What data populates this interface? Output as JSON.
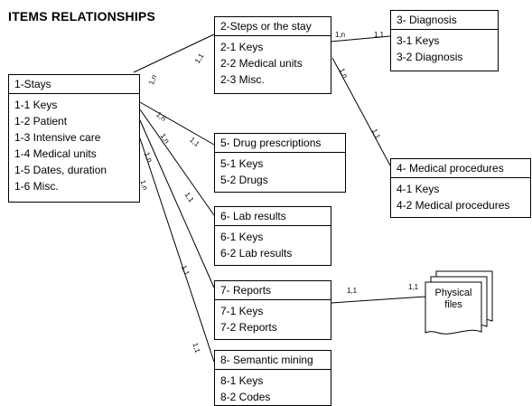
{
  "title": "ITEMS RELATIONSHIPS",
  "entities": [
    {
      "id": "stays",
      "label": "1-Stays",
      "attributes": [
        "1-1 Keys",
        "1-2 Patient",
        "1-3 Intensive care",
        "1-4 Medical units",
        "1-5 Dates, duration",
        "1-6 Misc."
      ]
    },
    {
      "id": "steps",
      "label": "2-Steps or the stay",
      "attributes": [
        "2-1 Keys",
        "2-2 Medical units",
        "2-3 Misc."
      ]
    },
    {
      "id": "diagnosis",
      "label": "3- Diagnosis",
      "attributes": [
        "3-1 Keys",
        "3-2 Diagnosis"
      ]
    },
    {
      "id": "procedures",
      "label": "4- Medical procedures",
      "attributes": [
        "4-1 Keys",
        "4-2 Medical procedures"
      ]
    },
    {
      "id": "drugs",
      "label": "5- Drug prescriptions",
      "attributes": [
        "5-1 Keys",
        "5-2 Drugs"
      ]
    },
    {
      "id": "lab",
      "label": "6- Lab results",
      "attributes": [
        "6-1 Keys",
        "6-2 Lab results"
      ]
    },
    {
      "id": "reports",
      "label": "7- Reports",
      "attributes": [
        "7-1 Keys",
        "7-2 Reports"
      ]
    },
    {
      "id": "semantic",
      "label": "8- Semantic mining",
      "attributes": [
        "8-1 Keys",
        "8-2 Codes"
      ]
    }
  ],
  "document": {
    "label_line1": "Physical",
    "label_line2": "files"
  },
  "relationships": [
    {
      "from": "stays",
      "to": "steps",
      "from_card": "1,n",
      "to_card": "1,1"
    },
    {
      "from": "steps",
      "to": "diagnosis",
      "from_card": "1,n",
      "to_card": "1,1"
    },
    {
      "from": "steps",
      "to": "procedures",
      "from_card": "1,n",
      "to_card": "1,1"
    },
    {
      "from": "stays",
      "to": "drugs",
      "from_card": "1,n",
      "to_card": "1,1"
    },
    {
      "from": "stays",
      "to": "lab",
      "from_card": "1,n",
      "to_card": "1,1"
    },
    {
      "from": "stays",
      "to": "reports",
      "from_card": "1,n",
      "to_card": "1,1"
    },
    {
      "from": "stays",
      "to": "semantic",
      "from_card": "1,n",
      "to_card": "1,1"
    },
    {
      "from": "reports",
      "to": "document",
      "from_card": "1,1",
      "to_card": "1,1"
    }
  ]
}
